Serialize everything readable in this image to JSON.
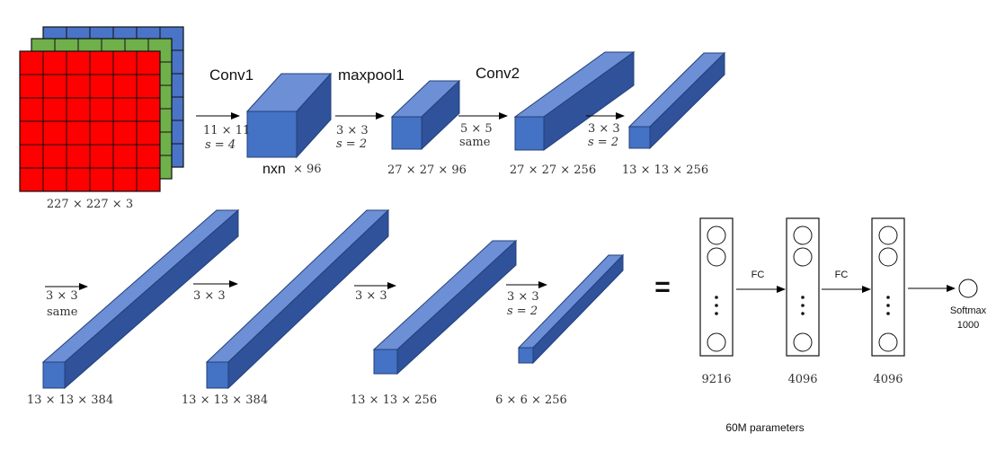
{
  "colors": {
    "cube_front": "#4472c4",
    "cube_top": "#6d8fd6",
    "cube_side": "#2f529a",
    "cube_edge": "#24407a",
    "grid_red": "#ff0000",
    "grid_green": "#6fb04a",
    "grid_blue": "#4a74c8",
    "arrow": "#000000"
  },
  "input": {
    "label": "227 × 227 × 3"
  },
  "layer_titles": {
    "conv1": "Conv1",
    "maxpool1": "maxpool1",
    "conv2": "Conv2"
  },
  "row1": {
    "op1": {
      "line1": "11 × 11",
      "line2": "s = 4"
    },
    "out1": {
      "prefix": "nxn",
      "suffix": "× 96"
    },
    "op2": {
      "line1": "3 × 3",
      "line2": "s = 2"
    },
    "out2": "27 × 27 × 96",
    "op3": {
      "line1": "5 × 5",
      "line2": "same"
    },
    "out3": "27 × 27 × 256",
    "op4": {
      "line1": "3 × 3",
      "line2": "s = 2"
    },
    "out4": "13 × 13 × 256"
  },
  "row2": {
    "op1": {
      "line1": "3 × 3",
      "line2": "same"
    },
    "out1": "13 × 13 × 384",
    "op2": {
      "line1": "3 × 3"
    },
    "out2": "13 × 13 × 384",
    "op3": {
      "line1": "3 × 3"
    },
    "out3": "13 × 13 × 256",
    "op4": {
      "line1": "3 × 3",
      "line2": "s = 2"
    },
    "out4": "6 × 6 × 256"
  },
  "equals": "=",
  "fc": {
    "layers": [
      "9216",
      "4096",
      "4096"
    ],
    "arrow_labels": [
      "FC",
      "FC"
    ],
    "output": {
      "line1": "Softmax",
      "line2": "1000"
    }
  },
  "footer": "60M parameters"
}
